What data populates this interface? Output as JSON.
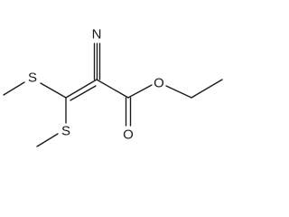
{
  "molecule": {
    "atoms": {
      "nitrogen": "N",
      "sulfur_upper": "S",
      "sulfur_lower": "S",
      "oxygen_ester": "O",
      "oxygen_carbonyl": "O"
    }
  }
}
